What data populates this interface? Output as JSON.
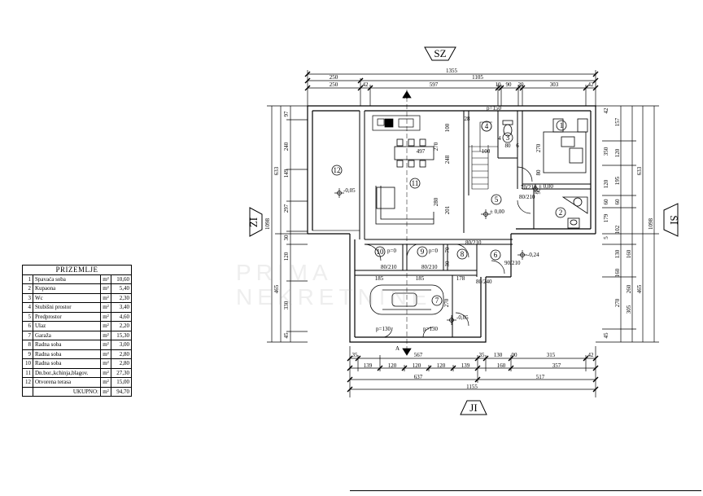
{
  "orientation": {
    "north": "SZ",
    "south": "JI",
    "east": "SI",
    "west": "ZI"
  },
  "dims_top_row1": "1355",
  "dims_top_row2": [
    "250",
    "1105"
  ],
  "dims_top_row3": [
    "250",
    "42",
    "597",
    "10",
    "90",
    "20",
    "303",
    "42"
  ],
  "dims_bottom_row1": [
    "35",
    "567",
    "35",
    "130",
    "00",
    "315",
    "42"
  ],
  "dims_bottom_row2": [
    "139",
    "120",
    "120",
    "120",
    "139",
    "160",
    "357"
  ],
  "dims_bottom_row3": [
    "637",
    "517"
  ],
  "dims_bottom_total": "1155",
  "dims_left_outer": "1098",
  "dims_left_mid": [
    "633",
    "465"
  ],
  "dims_left_inner": [
    "97",
    "240",
    "149",
    "297",
    "30",
    "120",
    "330",
    "45"
  ],
  "dims_right_outer": "1098",
  "dims_right_mid": [
    "633",
    "465"
  ],
  "dims_right_inner": [
    "157",
    "120",
    "195",
    "60",
    "102",
    "130",
    "160",
    "270",
    "305"
  ],
  "dims_right_small": [
    "42",
    "350",
    "120",
    "60",
    "179",
    "160",
    "260",
    "45",
    "5"
  ],
  "rooms": [
    {
      "no": "1",
      "name": "Spavaća soba",
      "unit": "m²",
      "area": "10,60"
    },
    {
      "no": "2",
      "name": "Kupaona",
      "unit": "m²",
      "area": "5,40"
    },
    {
      "no": "3",
      "name": "Wc",
      "unit": "m²",
      "area": "2,30"
    },
    {
      "no": "4",
      "name": "Stubišni prostor",
      "unit": "m²",
      "area": "3,40"
    },
    {
      "no": "5",
      "name": "Predprostor",
      "unit": "m²",
      "area": "4,60"
    },
    {
      "no": "6",
      "name": "Ulaz",
      "unit": "m²",
      "area": "2,20"
    },
    {
      "no": "7",
      "name": "Garaža",
      "unit": "m²",
      "area": "15,30"
    },
    {
      "no": "8",
      "name": "Radna soba",
      "unit": "m²",
      "area": "3,00"
    },
    {
      "no": "9",
      "name": "Radna soba",
      "unit": "m²",
      "area": "2,80"
    },
    {
      "no": "10",
      "name": "Radna soba",
      "unit": "m²",
      "area": "2,80"
    },
    {
      "no": "11",
      "name": "Dn.bor.,kchinja,blagov.",
      "unit": "m²",
      "area": "27,30"
    },
    {
      "no": "12",
      "name": "Otvorena terasa",
      "unit": "m²",
      "area": "15,00"
    }
  ],
  "legend_title": "PRIZEMLJE",
  "total_label": "UKUPNO:",
  "total_unit": "m²",
  "total_area": "94,70",
  "level_marks": [
    "-0,05",
    "± 0,00",
    "± 0,00",
    "-0,24",
    "-0,05"
  ],
  "inner_dims": [
    "497",
    "270",
    "248",
    "201",
    "280",
    "100",
    "28",
    "100",
    "270",
    "185",
    "185",
    "178",
    "270",
    "80",
    "6",
    "4",
    "70",
    "30",
    "80",
    "90",
    "p=150",
    "p=130",
    "p=130",
    "p=0",
    "p=0",
    "80/210",
    "80/210",
    "80/210",
    "90/210",
    "80/210",
    "70/210",
    "80/240"
  ],
  "section_mark": "A",
  "watermark": [
    "PRIMA",
    "NEKRETNINE"
  ]
}
